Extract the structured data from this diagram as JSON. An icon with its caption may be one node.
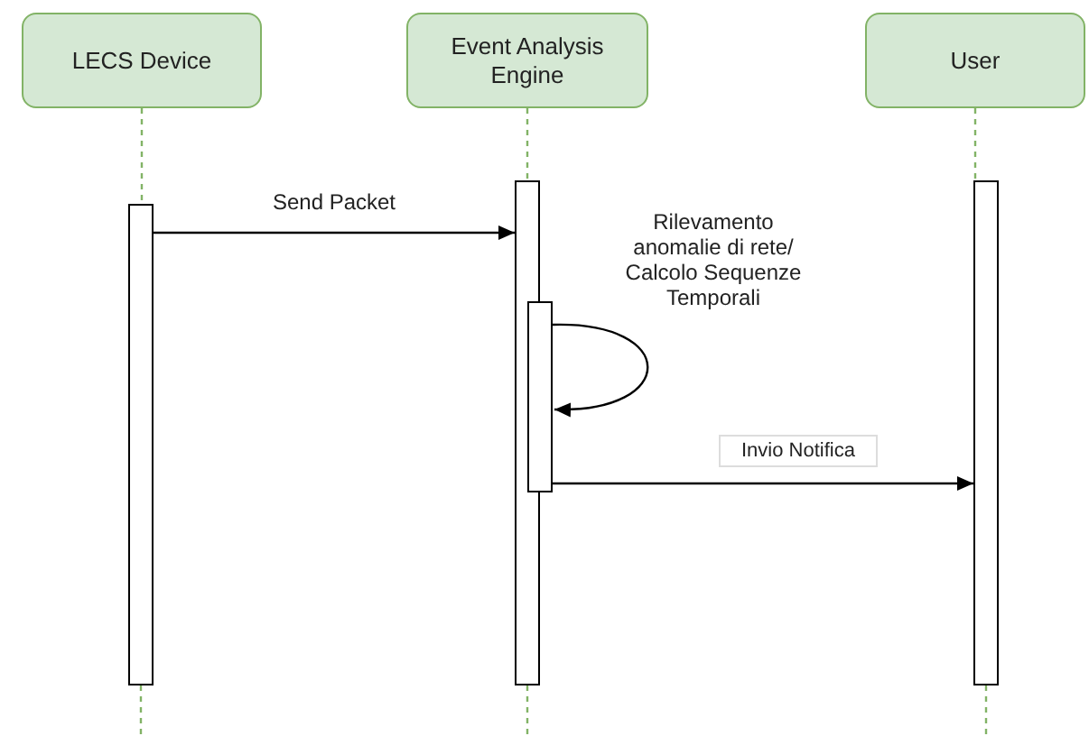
{
  "diagram": {
    "nodes": [
      {
        "text": [
          "LECS Device"
        ]
      },
      {
        "text": [
          "Event Analysis Engine"
        ]
      },
      {
        "text": [
          "User"
        ]
      },
      {
        "text": [],
        "shape": "bar"
      },
      {
        "text": [],
        "shape": "bar"
      },
      {
        "text": [],
        "shape": "bar"
      },
      {
        "text": [],
        "shape": "bar"
      }
    ],
    "edges": [
      {
        "from": 0,
        "to": 3,
        "arrow": "none",
        "style": "dashed",
        "color": "#82b366"
      },
      {
        "from": 1,
        "to": 4,
        "arrow": "none",
        "style": "dashed",
        "color": "#82b366"
      },
      {
        "from": 2,
        "to": 6,
        "arrow": "none",
        "style": "dashed",
        "color": "#82b366"
      },
      {
        "from": 3,
        "to": null,
        "arrow": "none",
        "style": "dashed",
        "color": "#82b366"
      },
      {
        "from": 4,
        "to": null,
        "arrow": "none",
        "style": "dashed",
        "color": "#82b366"
      },
      {
        "from": 6,
        "to": null,
        "arrow": "none",
        "style": "dashed",
        "color": "#82b366"
      },
      {
        "from": 3,
        "to": 4,
        "arrow": "to",
        "label": "Send Packet",
        "color": "#000000"
      },
      {
        "from": 5,
        "to": 5,
        "arrow": "to",
        "label": "Rilevamento anomalie di rete/ Calcolo Sequenze Temporali",
        "color": "#000000"
      },
      {
        "from": 5,
        "to": 6,
        "arrow": "to",
        "label": "Invio Notifica",
        "color": "#000000"
      }
    ]
  }
}
